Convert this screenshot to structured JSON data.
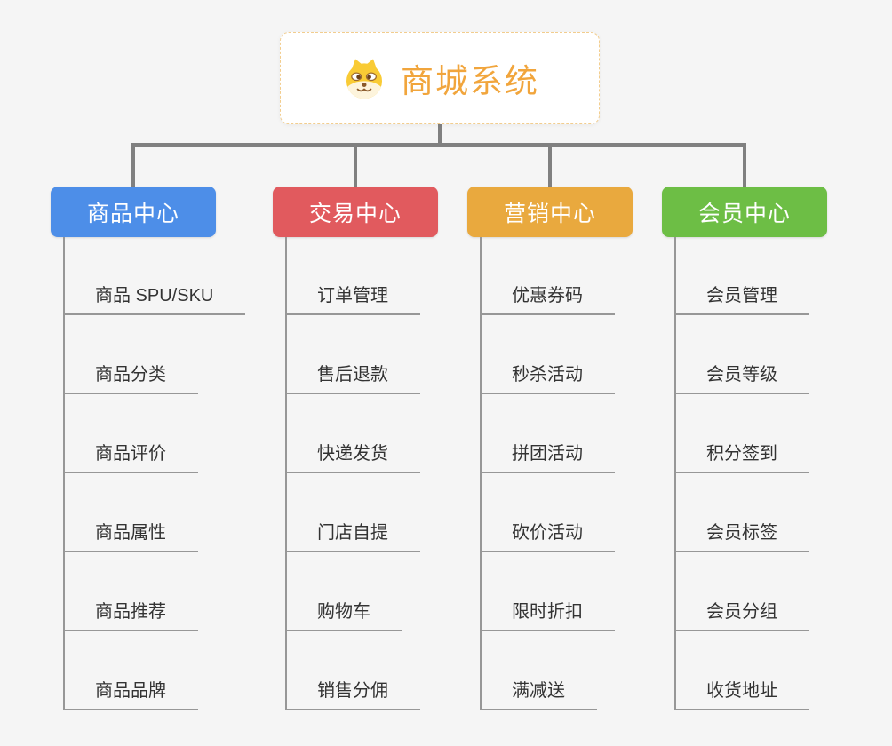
{
  "root": {
    "title": "商城系统",
    "icon": "dog-face-icon",
    "accent_color": "#F1A53C",
    "border_color": "#F2CD8E"
  },
  "branches": [
    {
      "label": "商品中心",
      "color": "#4D8EE8",
      "children": [
        "商品 SPU/SKU",
        "商品分类",
        "商品评价",
        "商品属性",
        "商品推荐",
        "商品品牌"
      ]
    },
    {
      "label": "交易中心",
      "color": "#E15A5E",
      "children": [
        "订单管理",
        "售后退款",
        "快递发货",
        "门店自提",
        "购物车",
        "销售分佣"
      ]
    },
    {
      "label": "营销中心",
      "color": "#E9A93E",
      "children": [
        "优惠券码",
        "秒杀活动",
        "拼团活动",
        "砍价活动",
        "限时折扣",
        "满减送"
      ]
    },
    {
      "label": "会员中心",
      "color": "#6DBE45",
      "children": [
        "会员管理",
        "会员等级",
        "积分签到",
        "会员标签",
        "会员分组",
        "收货地址"
      ]
    }
  ]
}
